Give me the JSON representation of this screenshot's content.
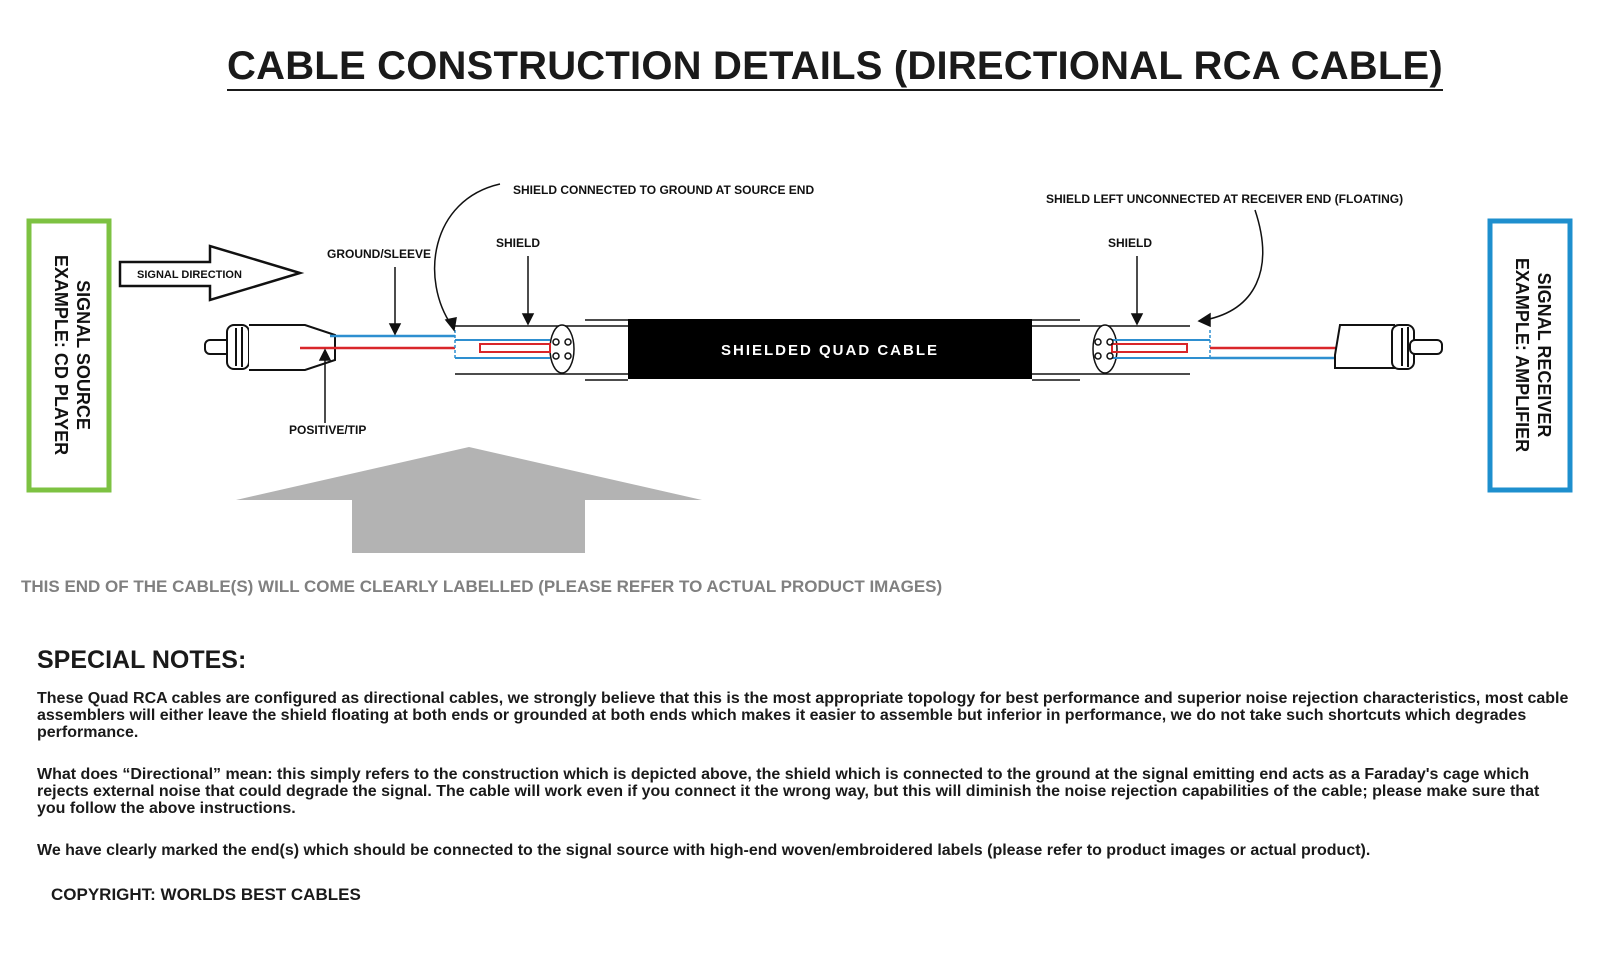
{
  "title": "CABLE CONSTRUCTION DETAILS (DIRECTIONAL RCA CABLE)",
  "source_box": {
    "line1": "SIGNAL SOURCE",
    "line2": "EXAMPLE: CD PLAYER",
    "color": "#7dc242"
  },
  "receiver_box": {
    "line1": "SIGNAL RECEIVER",
    "line2": "EXAMPLE: AMPLIFIER",
    "color": "#1e8fce"
  },
  "labels": {
    "signal_direction": "SIGNAL DIRECTION",
    "ground_sleeve": "GROUND/SLEEVE",
    "positive_tip": "POSITIVE/TIP",
    "shield_left": "SHIELD",
    "shield_right": "SHIELD",
    "shield_source_note": "SHIELD CONNECTED TO GROUND AT SOURCE END",
    "shield_receiver_note": "SHIELD LEFT UNCONNECTED AT RECEIVER END (FLOATING)",
    "cable_name": "SHIELDED QUAD CABLE"
  },
  "labelled_end_note": "THIS END OF THE CABLE(S) WILL COME CLEARLY LABELLED (PLEASE REFER TO ACTUAL PRODUCT IMAGES)",
  "special_notes": {
    "heading": "SPECIAL NOTES:",
    "paragraphs": [
      "These Quad RCA cables are configured as directional cables, we strongly believe that this is the most appropriate topology for best performance and superior noise rejection characteristics, most cable assemblers will either leave the shield floating at both ends or grounded at both ends which makes it easier to assemble but inferior in performance, we do not take such shortcuts which degrades performance.",
      "What does “Directional” mean: this simply refers to the construction which is depicted above, the shield which is connected to the ground at the signal emitting end acts as a Faraday's cage which rejects external noise that could degrade the signal. The cable will work even if you connect it the wrong way, but this will diminish the noise rejection capabilities of the cable; please make sure that you follow the above instructions.",
      "We have clearly marked the end(s) which should be connected to the signal source with high-end woven/embroidered labels (please refer to product images or actual product)."
    ]
  },
  "copyright": "COPYRIGHT: WORLDS BEST CABLES",
  "colors": {
    "ground_wire": "#2e8fd0",
    "signal_wire": "#d9262a",
    "big_arrow": "#b3b3b3",
    "cable": "#000000"
  }
}
